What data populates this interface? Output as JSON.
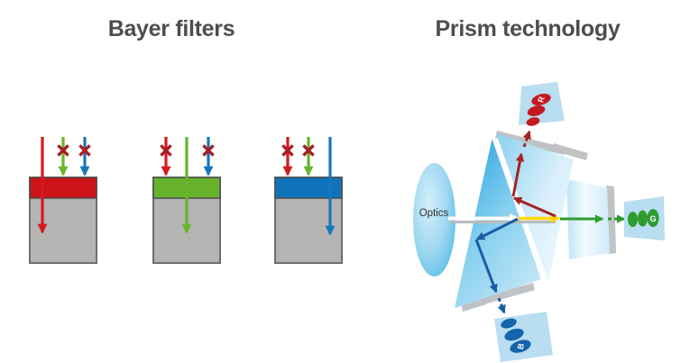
{
  "left_panel": {
    "title": "Bayer filters",
    "filters": [
      {
        "name": "red filter",
        "passes": "red",
        "blocks": [
          "green",
          "blue"
        ]
      },
      {
        "name": "green filter",
        "passes": "green",
        "blocks": [
          "red",
          "blue"
        ]
      },
      {
        "name": "blue filter",
        "passes": "blue",
        "blocks": [
          "red",
          "green"
        ]
      }
    ]
  },
  "right_panel": {
    "title": "Prism technology",
    "optics_label": "Optics",
    "sensor_labels": {
      "red": "R",
      "green": "G",
      "blue": "B"
    }
  },
  "colors": {
    "title_text": "#4d4d4f",
    "red": "#d6191f",
    "green": "#68b52d",
    "blue": "#1777bd",
    "filter_red": "#cb1318",
    "filter_green": "#66b32b",
    "filter_blue": "#0f73ba",
    "x_mark": "#a81e24",
    "block_gray": "#b5b4b3",
    "block_border": "#6f6e6e",
    "ray_red": "#a42322",
    "ray_blue": "#1b5ca4",
    "ray_green": "#2f9c2f",
    "ray_yellow": "#ffd800",
    "prism_blue": "#35a9e1",
    "sensor_plate_blue": "#b9ddf1",
    "strip_gray": "#c0c3c5"
  }
}
